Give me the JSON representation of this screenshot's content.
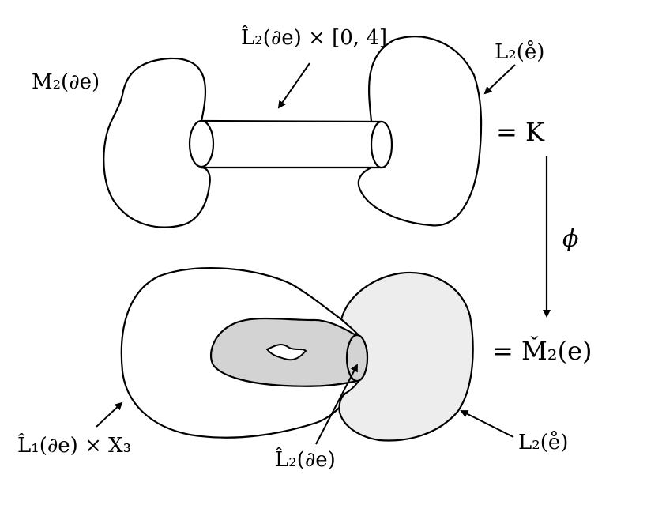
{
  "labels": {
    "top_left": "M₂(∂e)",
    "top_tube": "L̂₂(∂e) × [0, 4]",
    "top_right": "L₂(e̊)",
    "equals_k": "= K",
    "phi": "ϕ",
    "equals_m": "= M̌₂(e)",
    "bottom_left": "L̂₁(∂e) × X₃",
    "bottom_center": "L̂₂(∂e)",
    "bottom_right": "L₂(e̊)"
  },
  "colors": {
    "stroke": "#000000",
    "light_region": "#ededed",
    "dark_region": "#d3d3d3",
    "background": "#ffffff"
  }
}
